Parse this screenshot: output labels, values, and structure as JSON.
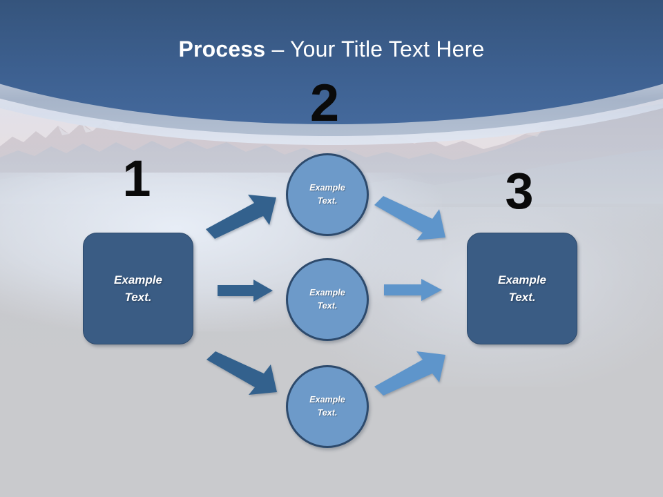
{
  "slide": {
    "title_bold": "Process",
    "title_rest": " – Your Title Text Here",
    "background_description": "mountain-landscape-photo"
  },
  "colors": {
    "header_dark": "#233a59",
    "header_light": "#44699c",
    "box_fill": "#3a5c84",
    "box_border": "#2d4a6c",
    "circle_fill": "#6d9ac9",
    "circle_border": "#2d4a6c",
    "arrow_dark": "#33618d",
    "arrow_light": "#5e95cb",
    "number_color": "#0a0a0a",
    "slide_background": "#c9cacd",
    "title_text": "#ffffff"
  },
  "steps": [
    {
      "number": "1",
      "name": "step-one"
    },
    {
      "number": "2",
      "name": "step-two"
    },
    {
      "number": "3",
      "name": "step-three"
    }
  ],
  "shapes": {
    "box_start": {
      "label": "Example\nText.",
      "number": "1"
    },
    "box_end": {
      "label": "Example\nText.",
      "number": "3"
    },
    "circles": [
      {
        "label": "Example\nText.",
        "position": "top"
      },
      {
        "label": "Example\nText.",
        "position": "middle"
      },
      {
        "label": "Example\nText.",
        "position": "bottom"
      }
    ]
  },
  "arrows": [
    {
      "name": "arrow-start-to-top",
      "direction": "up-right",
      "color": "dark"
    },
    {
      "name": "arrow-start-to-middle",
      "direction": "right",
      "color": "dark"
    },
    {
      "name": "arrow-start-to-bottom",
      "direction": "down-right",
      "color": "dark"
    },
    {
      "name": "arrow-top-to-end",
      "direction": "down-right",
      "color": "light"
    },
    {
      "name": "arrow-middle-to-end",
      "direction": "right",
      "color": "light"
    },
    {
      "name": "arrow-bottom-to-end",
      "direction": "up-right",
      "color": "light"
    }
  ]
}
